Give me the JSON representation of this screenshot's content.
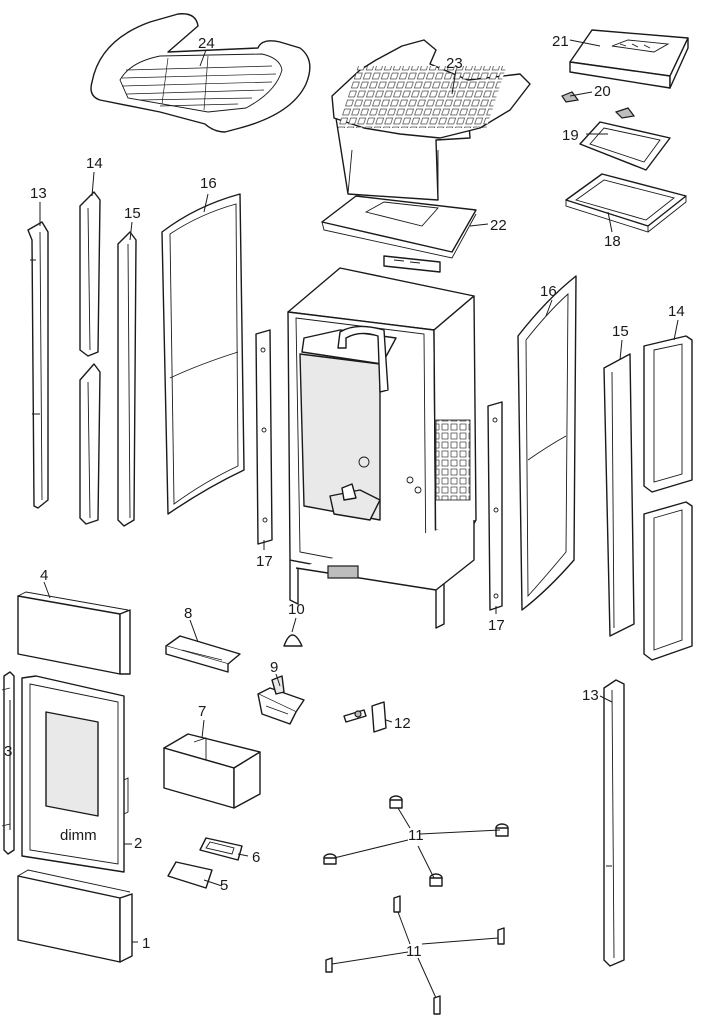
{
  "callouts": {
    "p1": "1",
    "p2": "2",
    "p3": "3",
    "p4": "4",
    "p5": "5",
    "p6": "6",
    "p7": "7",
    "p8": "8",
    "p9": "9",
    "p10": "10",
    "p11a": "11",
    "p11b": "11",
    "p12": "12",
    "p13a": "13",
    "p13b": "13",
    "p14a": "14",
    "p14b": "14",
    "p15a": "15",
    "p15b": "15",
    "p16a": "16",
    "p16b": "16",
    "p17a": "17",
    "p17b": "17",
    "p18": "18",
    "p19": "19",
    "p20": "20",
    "p21": "21",
    "p22": "22",
    "p23": "23",
    "p24": "24"
  },
  "door_logo": "dimm"
}
